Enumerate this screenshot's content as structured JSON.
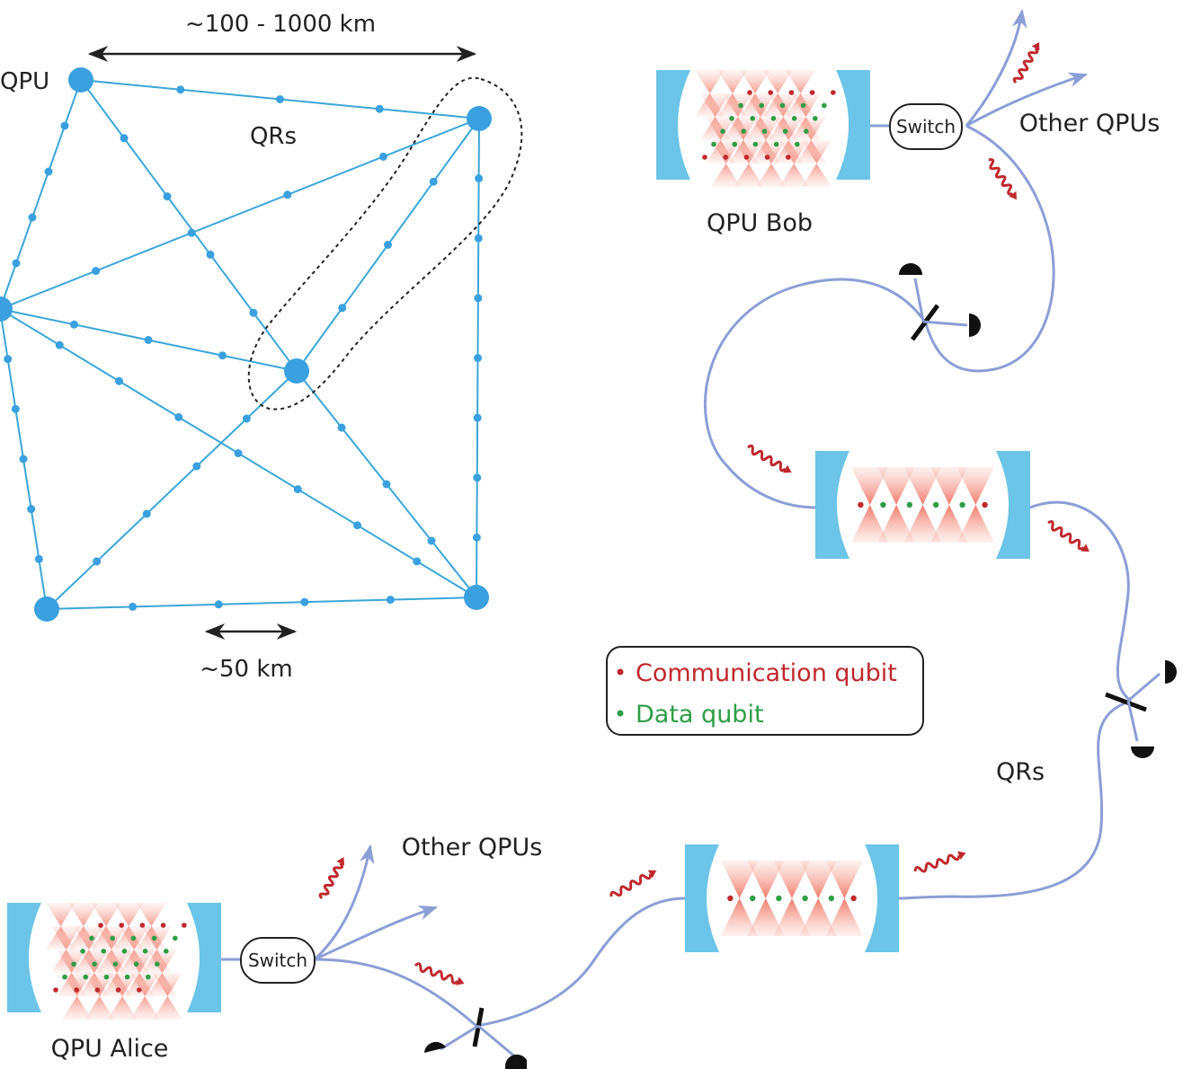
{
  "network": {
    "distance_label": "~100 - 1000 km",
    "qpu_label": "QPU",
    "qrs_label": "QRs",
    "segment_label": "~50 km"
  },
  "bob": {
    "label": "QPU Bob",
    "switch_label": "Switch",
    "other_qpus_label": "Other QPUs"
  },
  "alice": {
    "label": "QPU Alice",
    "switch_label": "Switch",
    "other_qpus_label": "Other QPUs"
  },
  "repeaters": {
    "label": "QRs"
  },
  "legend": {
    "communication_label": "Communication qubit",
    "data_label": "Data qubit"
  },
  "colors": {
    "network_line": "#3aa6d8",
    "network_node": "#3aa0df",
    "fiber": "#8c9ed6",
    "mirror": "#6cc4e8",
    "photon": "#c0282d",
    "communication_qubit": "#c0282d",
    "data_qubit": "#2e9e47",
    "cavity_field": "#f07a6a"
  }
}
